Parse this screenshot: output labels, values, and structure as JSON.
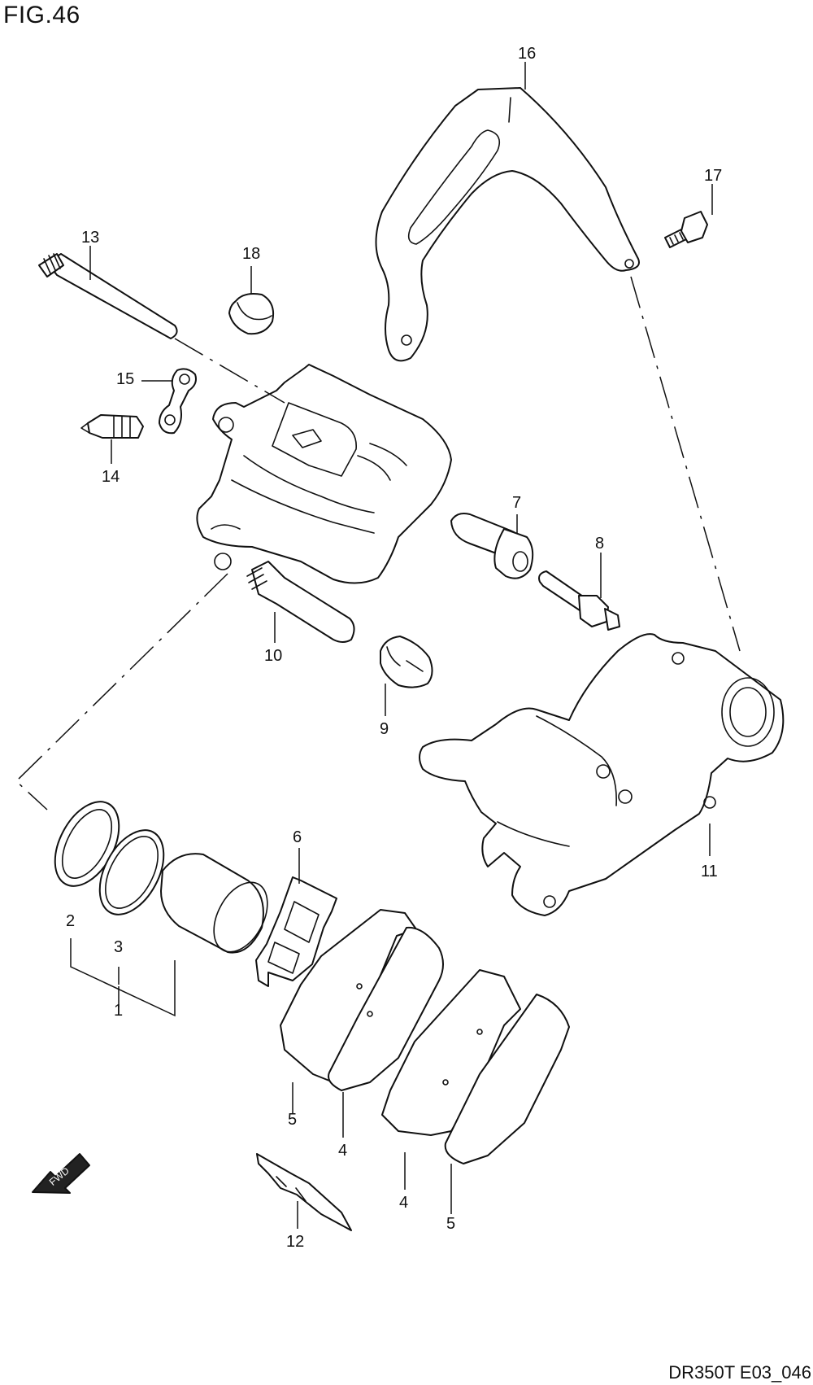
{
  "figure": {
    "title": "FIG.46",
    "code": "DR350T E03_046",
    "fwd_label": "FWD"
  },
  "callouts": [
    {
      "id": "c1",
      "label": "1"
    },
    {
      "id": "c2",
      "label": "2"
    },
    {
      "id": "c3",
      "label": "3"
    },
    {
      "id": "c4a",
      "label": "4"
    },
    {
      "id": "c4b",
      "label": "4"
    },
    {
      "id": "c5a",
      "label": "5"
    },
    {
      "id": "c5b",
      "label": "5"
    },
    {
      "id": "c6",
      "label": "6"
    },
    {
      "id": "c7",
      "label": "7"
    },
    {
      "id": "c8",
      "label": "8"
    },
    {
      "id": "c9",
      "label": "9"
    },
    {
      "id": "c10",
      "label": "10"
    },
    {
      "id": "c11",
      "label": "11"
    },
    {
      "id": "c12",
      "label": "12"
    },
    {
      "id": "c13",
      "label": "13"
    },
    {
      "id": "c14",
      "label": "14"
    },
    {
      "id": "c15",
      "label": "15"
    },
    {
      "id": "c16",
      "label": "16"
    },
    {
      "id": "c17",
      "label": "17"
    },
    {
      "id": "c18",
      "label": "18"
    }
  ]
}
